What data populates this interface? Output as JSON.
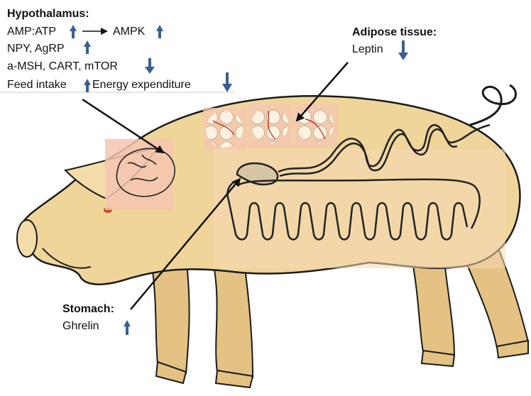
{
  "hypothalamus": {
    "title": "Hypothalamus:",
    "amp_atp": "AMP:ATP",
    "ampk": "AMPK",
    "npy": "NPY, AgRP",
    "amsh": "a-MSH, CART, mTOR",
    "feed": "Feed intake",
    "energy": "Energy expenditure"
  },
  "adipose": {
    "title": "Adipose tissue:",
    "item": "Leptin"
  },
  "stomach": {
    "title": "Stomach:",
    "item": "Ghrelin"
  },
  "colors": {
    "arrow_blue": "#3a5f8f",
    "pig_fill": "#efd59a",
    "pig_outline": "#1a1a1a",
    "tissue_pink": "#f6c5b2"
  },
  "arrow_icons": {
    "amp_atp": "up-arrow-icon",
    "ampk": "up-arrow-icon",
    "npy": "up-arrow-icon",
    "amsh": "down-arrow-icon",
    "feed": "up-arrow-icon",
    "energy": "down-arrow-icon",
    "leptin": "down-arrow-icon",
    "ghrelin": "up-arrow-icon"
  }
}
